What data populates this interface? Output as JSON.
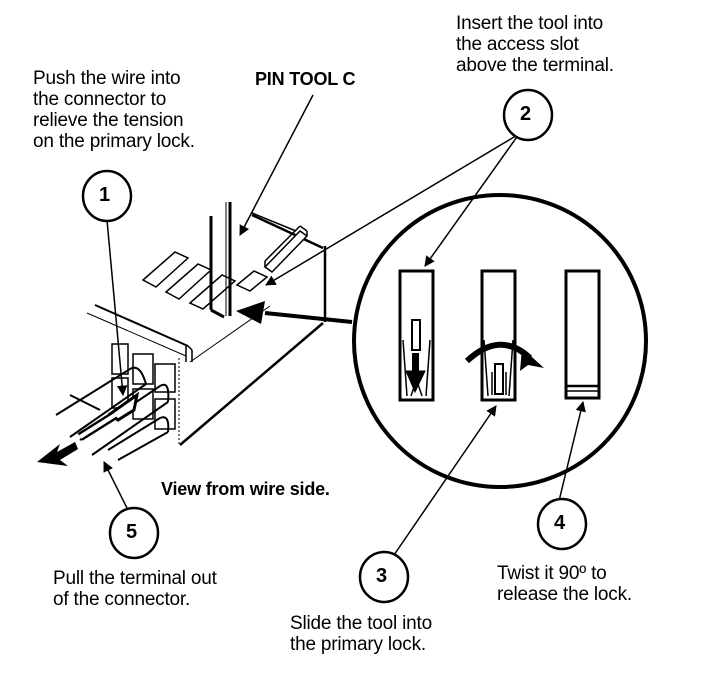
{
  "diagram": {
    "title_label": "PIN TOOL C",
    "view_caption": "View from wire side.",
    "steps": [
      {
        "number": "1",
        "text": "Push the wire into\nthe connector to\nrelieve the tension\non the primary lock."
      },
      {
        "number": "2",
        "text": "Insert the tool into\nthe access slot\nabove the terminal."
      },
      {
        "number": "3",
        "text": "Slide the tool into\nthe primary lock."
      },
      {
        "number": "4",
        "text": "Twist it 90º to\nrelease the lock."
      },
      {
        "number": "5",
        "text": "Pull the terminal out\nof the connector."
      }
    ]
  }
}
